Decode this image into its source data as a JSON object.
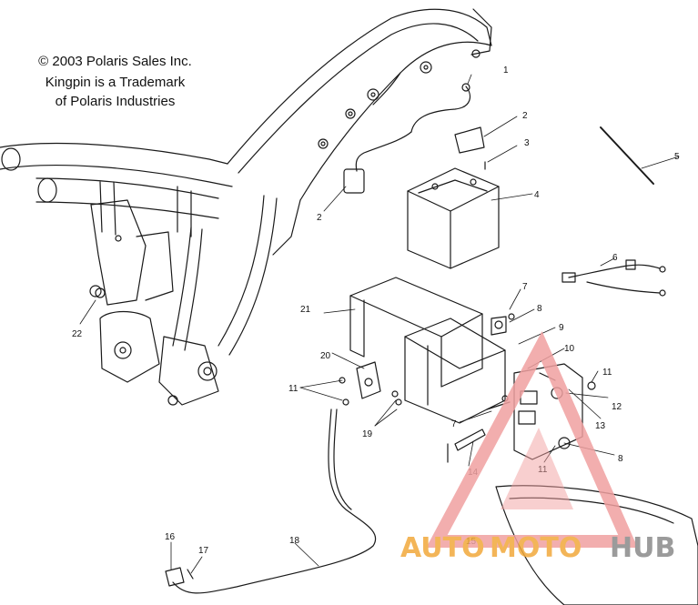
{
  "copyright": {
    "line1": "© 2003 Polaris Sales Inc.",
    "line2": "Kingpin is a Trademark",
    "line3": "of Polaris Industries"
  },
  "callouts": [
    "1",
    "2",
    "3",
    "2",
    "4",
    "5",
    "6",
    "7",
    "8",
    "9",
    "10",
    "11",
    "12",
    "13",
    "7",
    "8",
    "11",
    "14",
    "15",
    "16",
    "17",
    "18",
    "19",
    "20",
    "21",
    "11",
    "22"
  ],
  "watermark": {
    "part1": "AUTO",
    "part2": "MOTO",
    "part3": "HUB",
    "color_orange": "#f2a93b",
    "color_grey": "#8a8a8a",
    "color_triangle": "#f0a0a0"
  }
}
